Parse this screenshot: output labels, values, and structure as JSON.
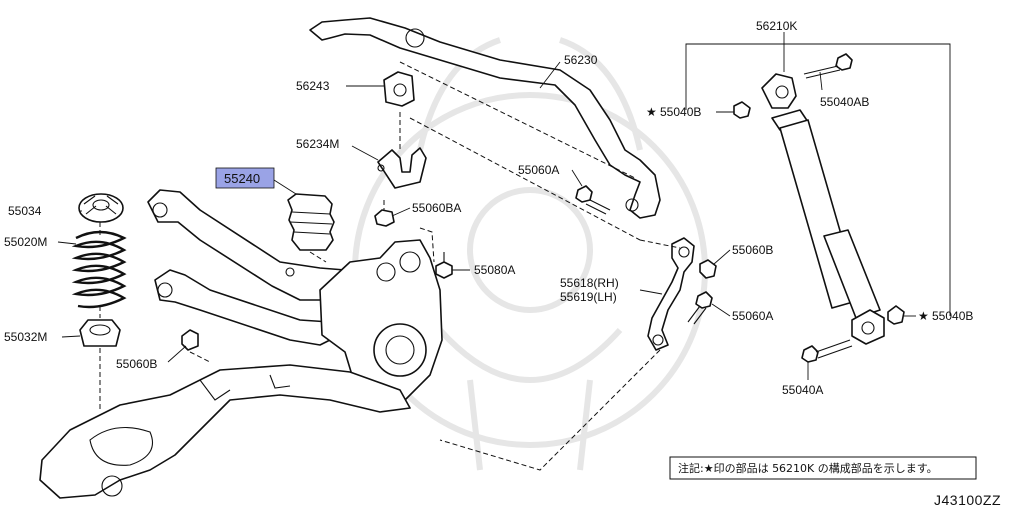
{
  "labels": {
    "p56210K": "56210K",
    "p56230": "56230",
    "p56243": "56243",
    "p56234M": "56234M",
    "p55240": "55240",
    "p55060BA": "55060BA",
    "p55060A_top": "55060A",
    "p55034": "55034",
    "p55020M": "55020M",
    "p55032M": "55032M",
    "p55060B_left": "55060B",
    "p55080A": "55080A",
    "p55060B_right": "55060B",
    "p55618": "55618(RH)",
    "p55619": "55619(LH)",
    "p55060A_right": "55060A",
    "p55040B_left": "55040B",
    "p55040AB": "55040AB",
    "p55040B_right": "55040B",
    "p55040A": "55040A"
  },
  "marker": "★",
  "note": "注記:★印の部品は 56210K の構成部品を示します。",
  "diagram_code": "J43100ZZ",
  "highlight_color": "#9aa3e6"
}
